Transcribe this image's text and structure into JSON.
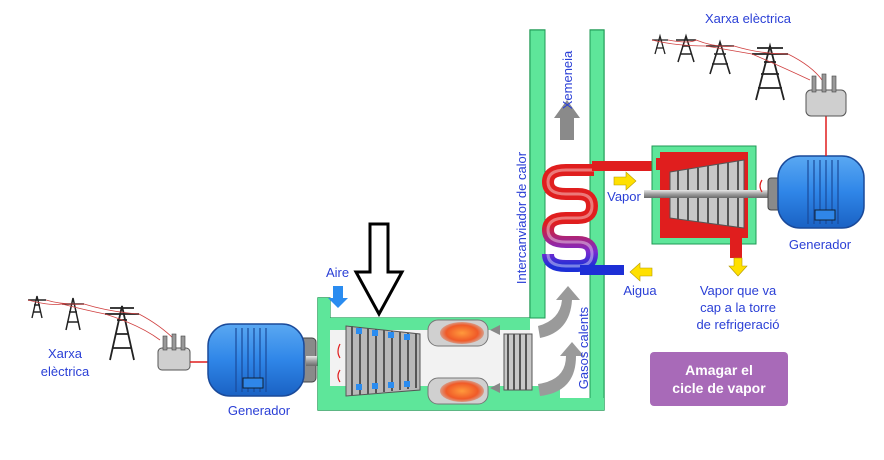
{
  "labels": {
    "xarxa_left_1": "Xarxa",
    "xarxa_left_2": "elèctrica",
    "xarxa_right": "Xarxa elèctrica",
    "generador_left": "Generador",
    "generador_right": "Generador",
    "aire": "Aire",
    "xemeneia": "Xemeneia",
    "intercanviador": "Intercanviador de calor",
    "gasos": "Gasos calents",
    "vapor": "Vapor",
    "aigua": "Aigua",
    "vapor_torre_1": "Vapor que va",
    "vapor_torre_2": "cap a la torre",
    "vapor_torre_3": "de refrigeració"
  },
  "button": {
    "line1": "Amagar el",
    "line2": "cicle de vapor"
  },
  "colors": {
    "label_blue": "#2a3fd6",
    "casing_green": "#5ee69a",
    "steam_red": "#e01e1e",
    "water_blue": "#1d2fd6",
    "motor_blue": "#2f86e8",
    "button_purple": "#a86ab8",
    "arrow_yellow": "#ffe000"
  },
  "icons": [
    "transmission-tower-icon",
    "insulator-icon",
    "generator-icon",
    "down-arrow-pointer-icon"
  ]
}
